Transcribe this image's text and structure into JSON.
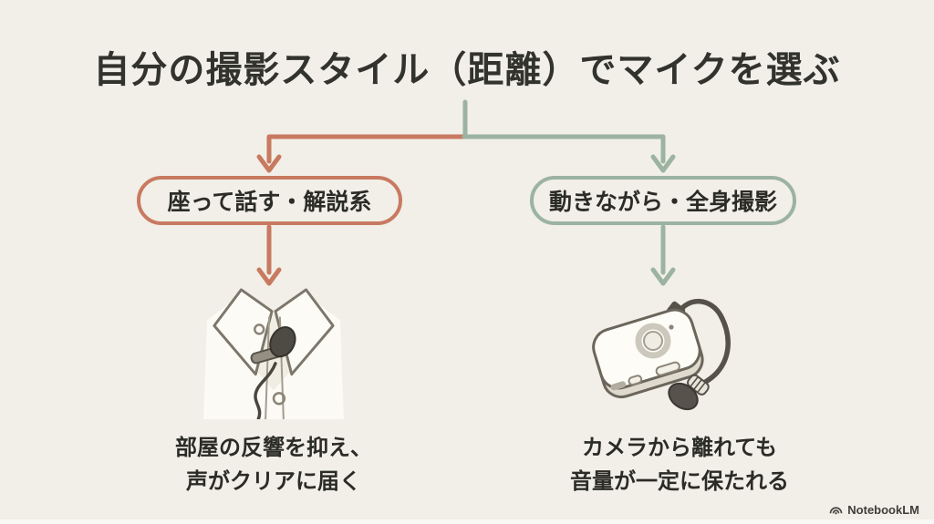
{
  "slide": {
    "title": "自分の撮影スタイル（距離）でマイクを選ぶ",
    "background_color": "#f1efe7",
    "text_color": "#2c2c27",
    "branches": {
      "left": {
        "label": "座って話す・解説系",
        "accent_color": "#c87a61",
        "illustration": "lavalier-mic-on-shirt-collar",
        "caption_line1": "部屋の反響を抑え、",
        "caption_line2": "声がクリアに届く"
      },
      "right": {
        "label": "動きながら・全身撮影",
        "accent_color": "#9cb3a1",
        "illustration": "wireless-mic-transmitter-with-lav",
        "caption_line1": "カメラから離れても",
        "caption_line2": "音量が一定に保たれる"
      }
    },
    "footer": {
      "brand": "NotebookLM",
      "brand_icon": "notebooklm-arcs-icon"
    }
  }
}
